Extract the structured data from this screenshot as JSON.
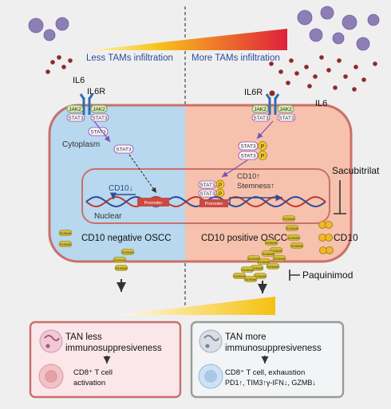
{
  "top": {
    "less_tams": "Less TAMs infiltration",
    "more_tams": "More TAMs infiltration"
  },
  "left": {
    "il6": "IL6",
    "il6r": "IL6R",
    "jak2_a": "JAK2",
    "jak2_b": "JAK2",
    "stat3_a": "STAT3",
    "stat3_b": "STAT3",
    "stat3_c": "STAT3",
    "stat3_d": "STAT3",
    "cytoplasm": "Cytoplasm",
    "nuclear": "Nuclear",
    "cd10_down": "CD10↓",
    "promoter": "Promoter",
    "title": "CD10 negative OSCC"
  },
  "right": {
    "il6r": "IL6R",
    "il6": "IL6",
    "jak2_a": "JAK2",
    "jak2_b": "JAK2",
    "stat3_a": "STAT3",
    "stat3_b": "STAT3",
    "stat3_p1": "STAT3",
    "stat3_p2": "STAT3",
    "stat3_n1": "STAT3",
    "stat3_n2": "STAT3",
    "p": "P",
    "cd10_up": "CD10↑",
    "stemness_up": "Stemness↑",
    "promoter": "Promoter",
    "title": "CD10 positive OSCC"
  },
  "drugs": {
    "sacubitrilat": "Sacubitrilat",
    "cd10": "CD10",
    "paquinimod": "Paquinimod"
  },
  "s100": "S100A9",
  "bottom_left": {
    "line1": "TAN less",
    "line2": "immunosuppresiveness",
    "cell_line1": "CD8⁺ T cell",
    "cell_line2": "activation"
  },
  "bottom_right": {
    "line1": "TAN more",
    "line2": "immunosuppresiveness",
    "cell_line1": "CD8⁺ T cell, exhaustion",
    "cell_line2": "PD1↑, TIM3↑γ-IFN↓, GZMB↓"
  },
  "colors": {
    "left_cell": "#b7d8ee",
    "right_cell": "#f6c1ad",
    "membrane": "#c9706a",
    "stat3_border": "#9b3fb0",
    "jak2_fill": "#d9ecb8",
    "phospho": "#f0c52a",
    "s100": "#d6c037",
    "promoter": "#c94a43",
    "tam": "#8d7fb6"
  }
}
